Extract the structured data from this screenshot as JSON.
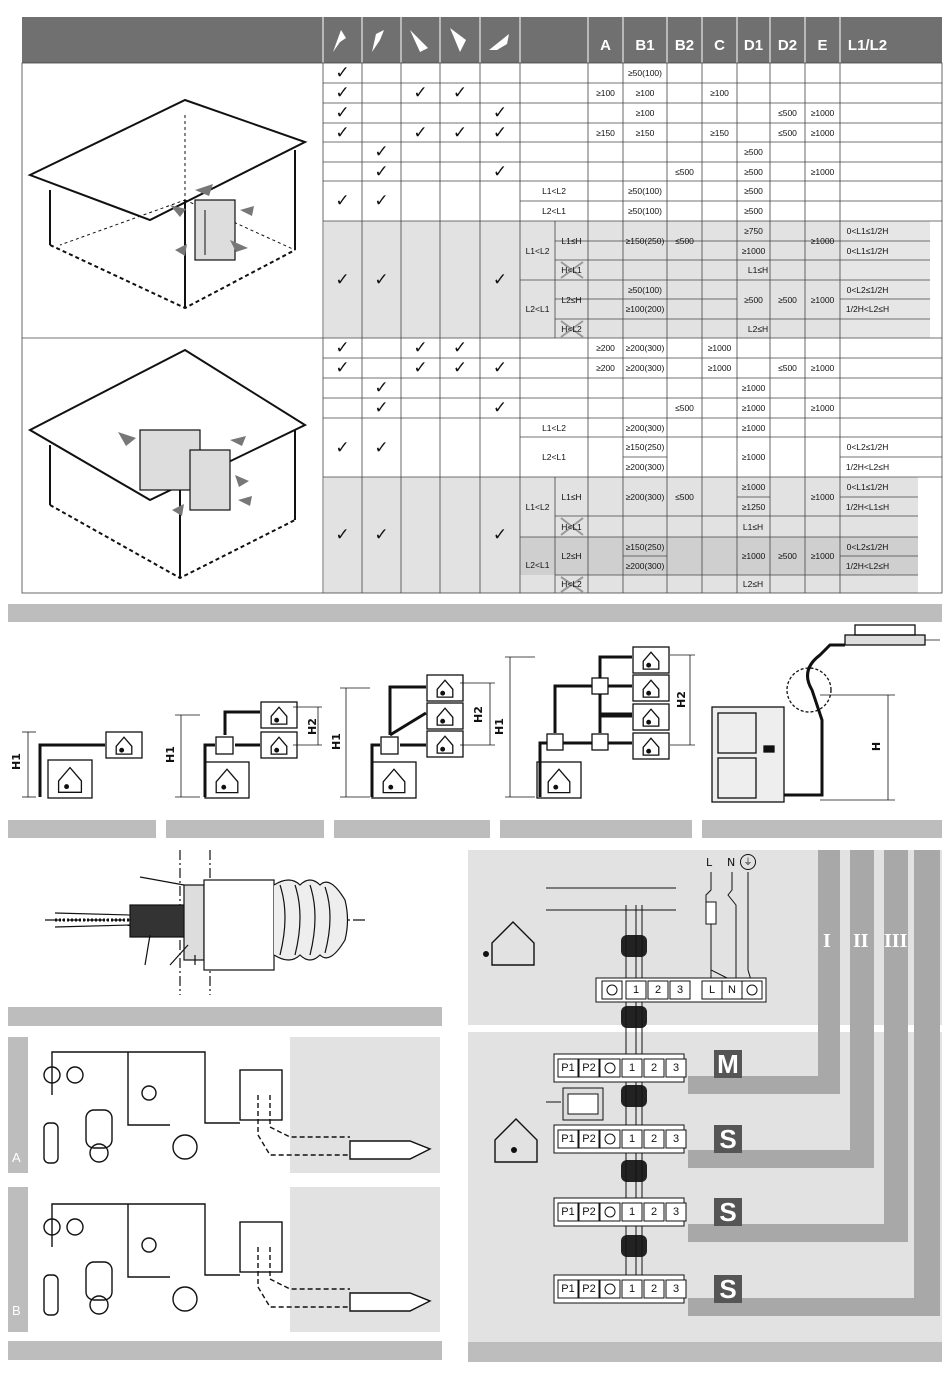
{
  "table": {
    "headers": [
      "A",
      "B1",
      "B2",
      "C",
      "D1",
      "D2",
      "E",
      "L1/L2"
    ],
    "rows1": [
      {
        "c": [
          1,
          0,
          0,
          0,
          0
        ],
        "v": [
          "",
          "≥50(100)",
          "",
          "",
          "",
          "",
          "",
          ""
        ]
      },
      {
        "c": [
          1,
          0,
          1,
          1,
          0
        ],
        "v": [
          "≥100",
          "≥100",
          "",
          "≥100",
          "",
          "",
          "",
          ""
        ]
      },
      {
        "c": [
          1,
          0,
          0,
          0,
          1
        ],
        "v": [
          "",
          "≥100",
          "",
          "",
          "",
          "≤500",
          "≥1000",
          ""
        ]
      },
      {
        "c": [
          1,
          0,
          1,
          1,
          1
        ],
        "v": [
          "≥150",
          "≥150",
          "",
          "≥150",
          "",
          "≤500",
          "≥1000",
          ""
        ]
      },
      {
        "c": [
          0,
          1,
          0,
          0,
          0
        ],
        "v": [
          "",
          "",
          "",
          "",
          "≥500",
          "",
          "",
          ""
        ]
      },
      {
        "c": [
          0,
          1,
          0,
          0,
          1
        ],
        "v": [
          "",
          "",
          "≤500",
          "",
          "≥500",
          "",
          "≥1000",
          ""
        ]
      }
    ],
    "rows2": [
      {
        "c": [
          1,
          0,
          1,
          1,
          0
        ],
        "v": [
          "≥200",
          "≥200(300)",
          "",
          "≥1000",
          "",
          "",
          "",
          ""
        ]
      },
      {
        "c": [
          1,
          0,
          1,
          1,
          1
        ],
        "v": [
          "≥200",
          "≥200(300)",
          "",
          "≥1000",
          "",
          "≤500",
          "≥1000",
          ""
        ]
      },
      {
        "c": [
          0,
          1,
          0,
          0,
          0
        ],
        "v": [
          "",
          "",
          "",
          "",
          "≥1000",
          "",
          "",
          ""
        ]
      },
      {
        "c": [
          0,
          1,
          0,
          0,
          1
        ],
        "v": [
          "",
          "",
          "≤500",
          "",
          "≥1000",
          "",
          "≥1000",
          ""
        ]
      }
    ],
    "t1": {
      "l1l2": "L1<L2",
      "l2l1": "L2<L1",
      "b1a": "≥50(100)",
      "b1b": "≥50(100)",
      "d1a": "≥500",
      "d1b": "≥500",
      "l1h": "L1≤H",
      "hl1": "H<L1",
      "l2h": "L2≤H",
      "hl2": "H<L2",
      "b1c": "≥150(250)",
      "b2c": "≤500",
      "d1c1": "≥750",
      "d1c2": "≥1000",
      "ec": "≥1000",
      "lc1": "0<L1≤1/2H",
      "lc2": "0<L1≤1/2H",
      "spanL1": "L1≤H",
      "b1d1": "≥50(100)",
      "b1d2": "≥100(200)",
      "d1d": "≥500",
      "d2d": "≥500",
      "ed": "≥1000",
      "ld1": "0<L2≤1/2H",
      "ld2": "1/2H<L2≤H",
      "spanL2": "L2≤H"
    },
    "t2": {
      "l1l2": "L1<L2",
      "l2l1": "L2<L1",
      "b1a": "≥200(300)",
      "d1a": "≥1000",
      "b1b1": "≥150(250)",
      "b1b2": "≥200(300)",
      "d1b": "≥1000",
      "lb1": "0<L2≤1/2H",
      "lb2": "1/2H<L2≤H",
      "l1h": "L1≤H",
      "hl1": "H<L1",
      "l2h": "L2≤H",
      "hl2": "H<L2",
      "b1c": "≥200(300)",
      "b2c": "≤500",
      "d1c1": "≥1000",
      "d1c2": "≥1250",
      "ec": "≥1000",
      "lc1": "0<L1≤1/2H",
      "lc2": "1/2H<L1≤H",
      "spanL1": "L1≤H",
      "b1d1": "≥150(250)",
      "b1d2": "≥200(300)",
      "d1d": "≥1000",
      "d2d": "≥500",
      "ed": "≥1000",
      "ld1": "0<L2≤1/2H",
      "ld2": "1/2H<L2≤H",
      "spanL2": "L2≤H"
    },
    "check": "✓"
  },
  "height_labels": {
    "h1": "H1",
    "h2": "H2",
    "h": "H"
  },
  "wiring": {
    "L": "L",
    "N": "N",
    "t1": "1",
    "t2": "2",
    "t3": "3",
    "p1": "P1",
    "p2": "P2",
    "master": "M",
    "slave": "S",
    "roman1": "I",
    "roman2": "II",
    "roman3": "III"
  },
  "panels": {
    "a": "A",
    "b": "B"
  }
}
